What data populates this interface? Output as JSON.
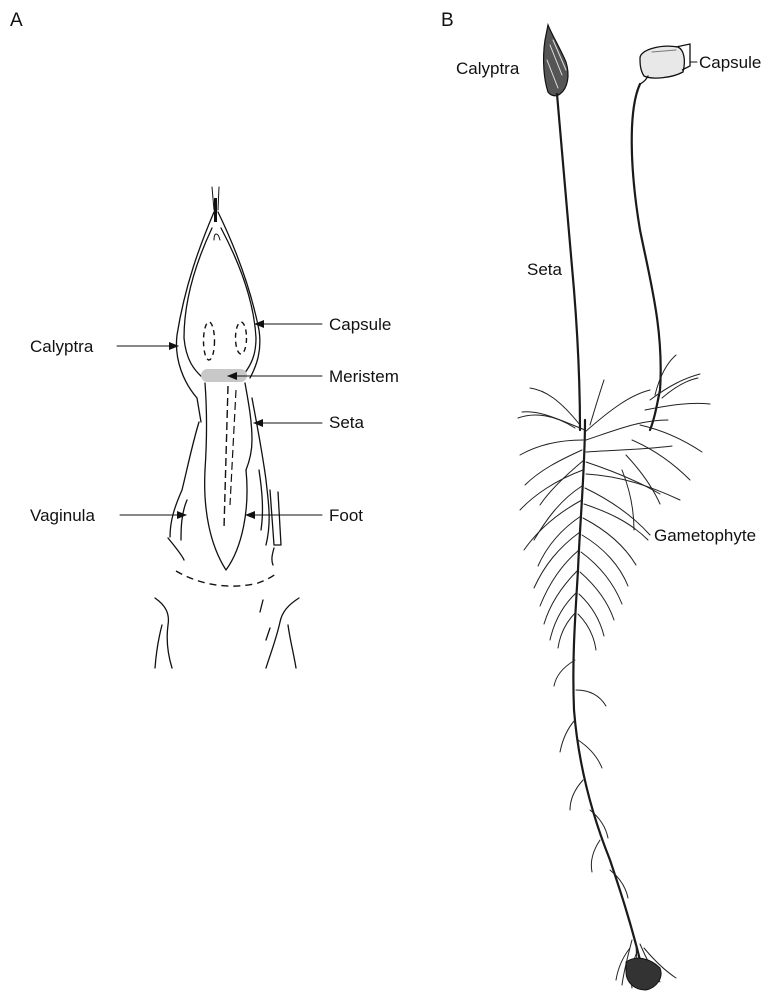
{
  "panels": {
    "a": {
      "letter": "A",
      "labels": {
        "calyptra": "Calyptra",
        "capsule": "Capsule",
        "meristem": "Meristem",
        "seta": "Seta",
        "vaginula": "Vaginula",
        "foot": "Foot"
      }
    },
    "b": {
      "letter": "B",
      "labels": {
        "calyptra": "Calyptra",
        "capsule": "Capsule",
        "seta": "Seta",
        "gametophyte": "Gametophyte"
      }
    }
  },
  "colors": {
    "ink": "#111111",
    "meristem_fill": "#c8c8c8",
    "background": "#ffffff"
  }
}
